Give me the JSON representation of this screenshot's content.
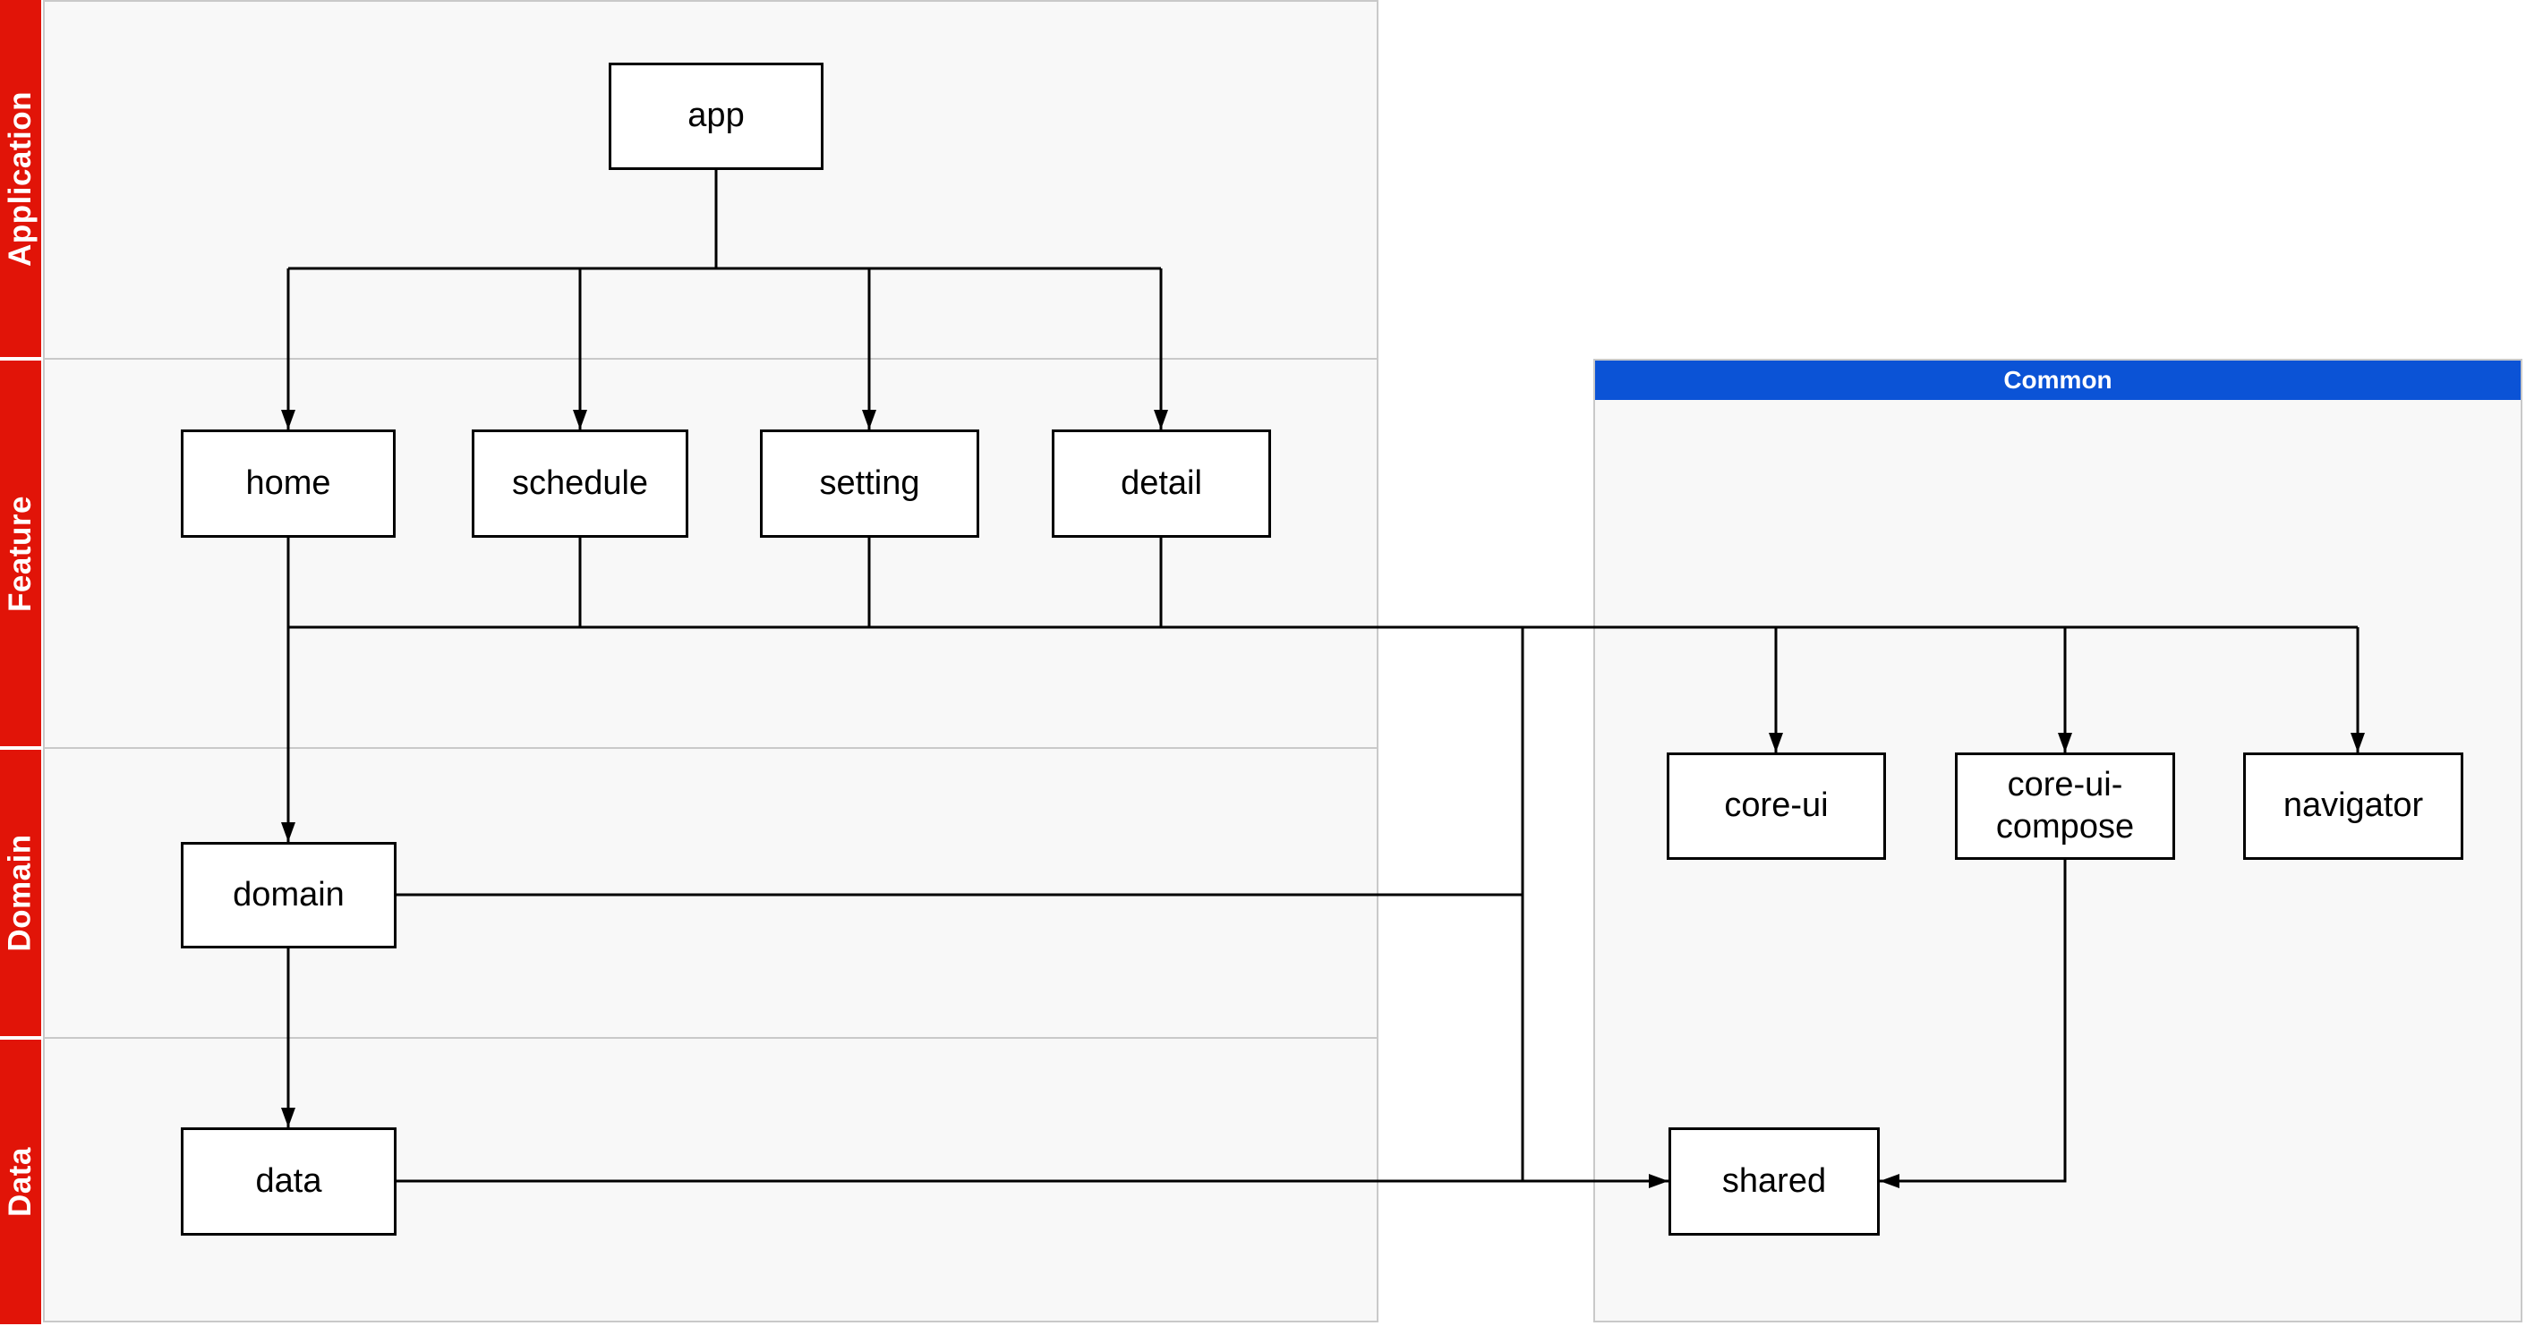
{
  "diagram": {
    "rows": [
      {
        "label": "Application"
      },
      {
        "label": "Feature"
      },
      {
        "label": "Domain"
      },
      {
        "label": "Data"
      }
    ],
    "common": {
      "label": "Common"
    },
    "nodes": {
      "app": {
        "label": "app"
      },
      "home": {
        "label": "home"
      },
      "schedule": {
        "label": "schedule"
      },
      "setting": {
        "label": "setting"
      },
      "detail": {
        "label": "detail"
      },
      "domain": {
        "label": "domain"
      },
      "data": {
        "label": "data"
      },
      "core_ui": {
        "label": "core-ui"
      },
      "core_ui_compose": {
        "label": "core-ui-compose"
      },
      "navigator": {
        "label": "navigator"
      },
      "shared": {
        "label": "shared"
      }
    },
    "edges": [
      {
        "from": "app",
        "to": "home"
      },
      {
        "from": "app",
        "to": "schedule"
      },
      {
        "from": "app",
        "to": "setting"
      },
      {
        "from": "app",
        "to": "detail"
      },
      {
        "from": "home",
        "to": "domain"
      },
      {
        "from": "home",
        "to": "core-ui"
      },
      {
        "from": "home",
        "to": "core-ui-compose"
      },
      {
        "from": "home",
        "to": "navigator"
      },
      {
        "from": "home",
        "to": "shared"
      },
      {
        "from": "schedule",
        "to": "core-ui"
      },
      {
        "from": "schedule",
        "to": "core-ui-compose"
      },
      {
        "from": "schedule",
        "to": "navigator"
      },
      {
        "from": "schedule",
        "to": "shared"
      },
      {
        "from": "setting",
        "to": "core-ui"
      },
      {
        "from": "setting",
        "to": "core-ui-compose"
      },
      {
        "from": "setting",
        "to": "navigator"
      },
      {
        "from": "setting",
        "to": "shared"
      },
      {
        "from": "detail",
        "to": "core-ui"
      },
      {
        "from": "detail",
        "to": "core-ui-compose"
      },
      {
        "from": "detail",
        "to": "navigator"
      },
      {
        "from": "detail",
        "to": "shared"
      },
      {
        "from": "domain",
        "to": "data"
      },
      {
        "from": "domain",
        "to": "shared"
      },
      {
        "from": "data",
        "to": "shared"
      },
      {
        "from": "core-ui-compose",
        "to": "shared"
      }
    ],
    "colors": {
      "row_label_bg": "#e11408",
      "common_header_bg": "#0b53d6",
      "panel_bg": "#f8f8f8",
      "panel_border": "#c9c9c9",
      "node_border": "#000000",
      "node_bg": "#ffffff",
      "edge_color": "#000000",
      "label_text": "#ffffff",
      "node_text": "#000000"
    }
  }
}
